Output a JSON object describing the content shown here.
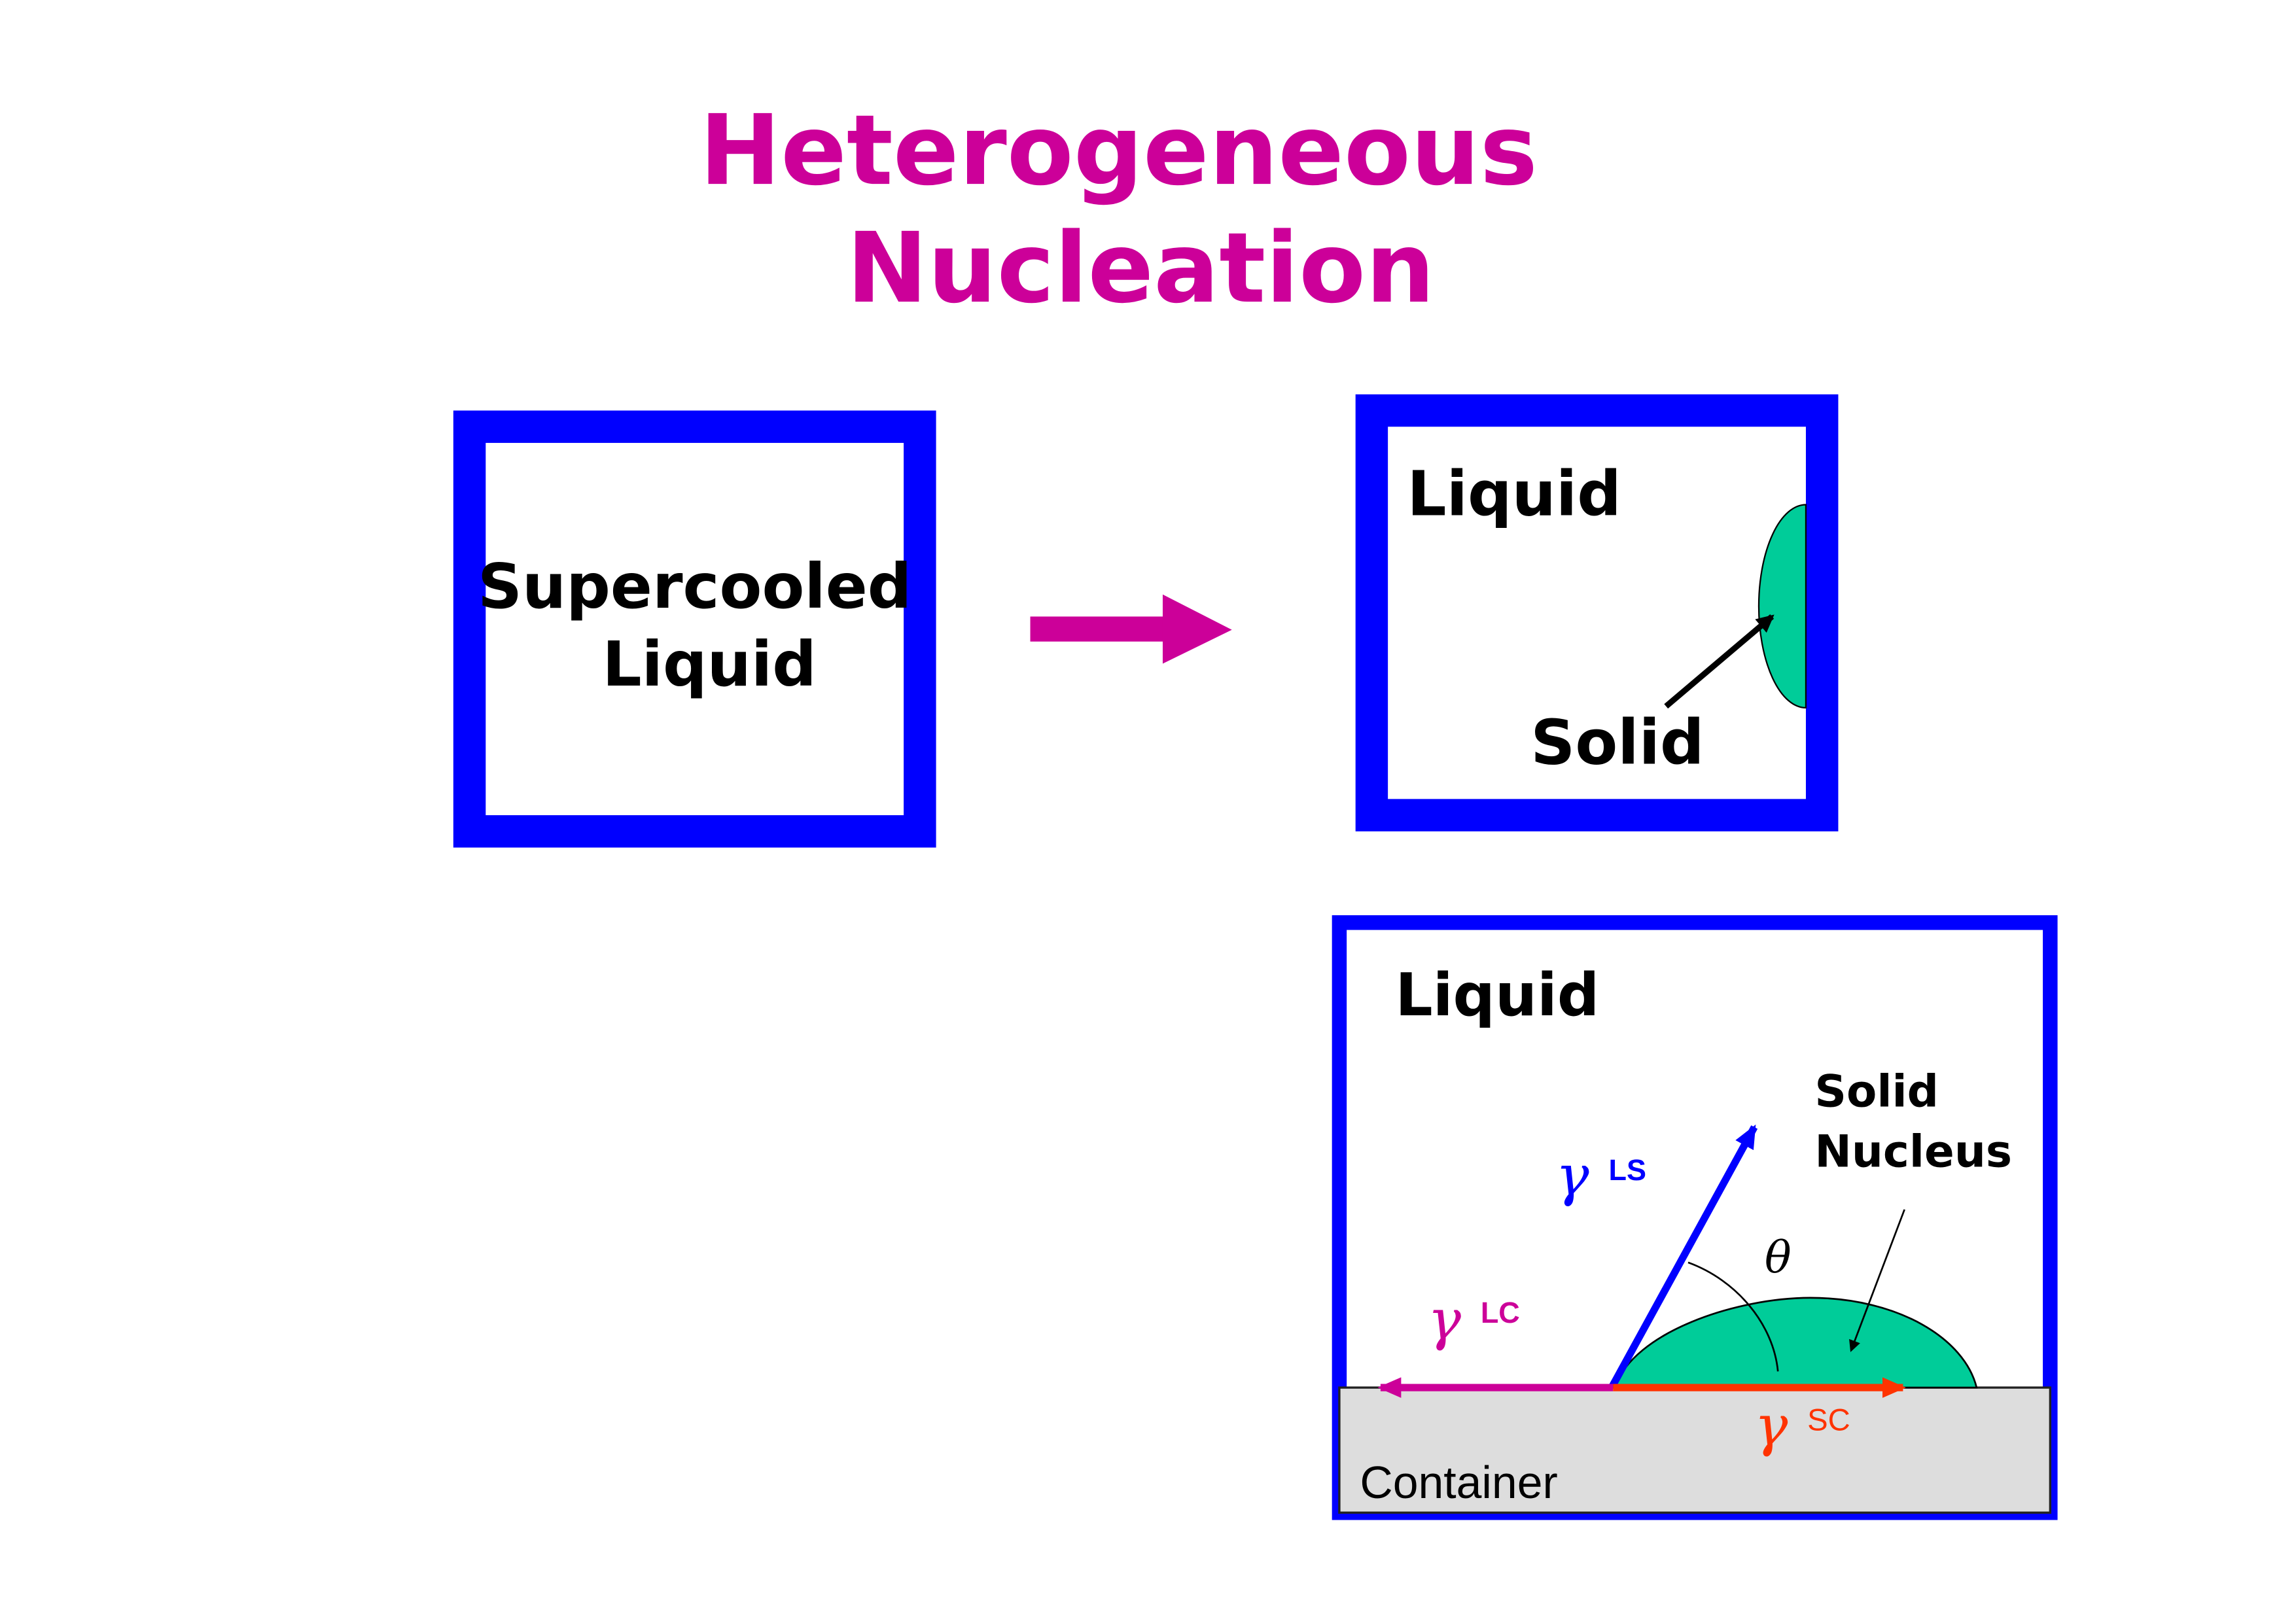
{
  "title": {
    "line1": "Heterogeneous",
    "line2": "Nucleation"
  },
  "panel_before": {
    "line1": "Supercooled",
    "line2": "Liquid"
  },
  "panel_after": {
    "liquid_label": "Liquid",
    "solid_label": "Solid"
  },
  "panel_detail": {
    "liquid_label": "Liquid",
    "nucleus_line1": "Solid",
    "nucleus_line2": "Nucleus",
    "gamma_symbol": "γ",
    "theta_symbol": "θ",
    "gamma_ls_sub": "LS",
    "gamma_lc_sub": "LC",
    "gamma_sc_sub": "SC",
    "container_label": "Container"
  },
  "colors": {
    "title": "#CC0099",
    "box_border": "#0000FF",
    "solid_fill": "#00CC99",
    "gamma_ls": "#0000FF",
    "gamma_lc": "#CC0099",
    "gamma_sc": "#FF3300",
    "container_fill": "#DDDDDD"
  }
}
